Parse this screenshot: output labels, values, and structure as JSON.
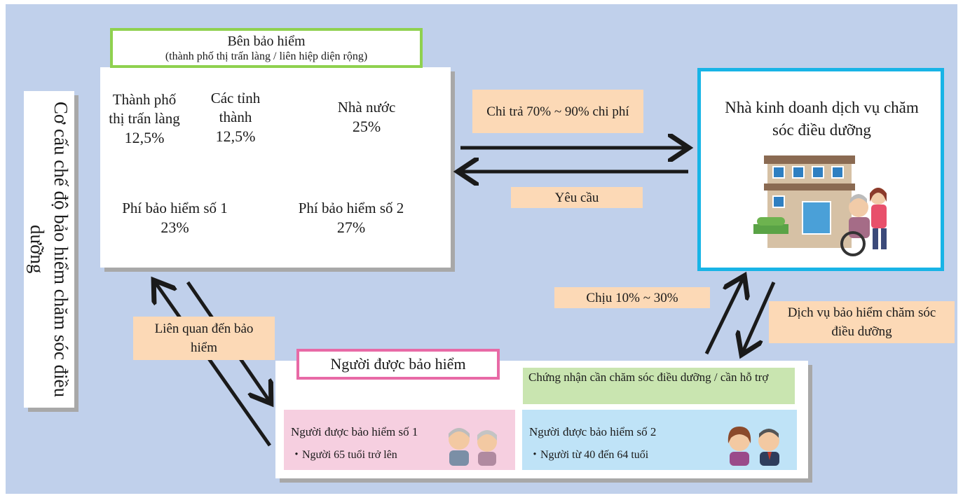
{
  "system_title": "Cơ cấu chế độ bảo hiểm chăm sóc điều dưỡng",
  "insurer": {
    "title": "Bên bảo hiểm",
    "subtitle": "(thành phố thị trấn làng / liên hiệp diện rộng)",
    "cells": [
      {
        "label": "Thành phố thị trấn làng",
        "percent": "12,5%"
      },
      {
        "label": "Các tỉnh thành",
        "percent": "12,5%"
      },
      {
        "label": "Nhà nước",
        "percent": "25%"
      },
      {
        "label": "Phí bảo hiểm số 1",
        "percent": "23%"
      },
      {
        "label": "Phí bảo hiểm số 2",
        "percent": "27%"
      }
    ]
  },
  "provider": {
    "title": "Nhà kinh doanh dịch vụ chăm sóc điều dưỡng",
    "illustration": "care-facility-with-caregiver-and-wheelchair"
  },
  "flows": {
    "payment": "Chi trả 70% ~ 90% chi phí",
    "request": "Yêu cầu",
    "copay": "Chịu 10% ~ 30%",
    "service": "Dịch vụ bảo hiểm chăm sóc điều dưỡng",
    "insurance_relation": "Liên quan đến bảo hiểm"
  },
  "insured": {
    "title": "Người được bảo hiểm",
    "certification": "Chứng nhận cần chăm sóc điều dưỡng / cần hỗ trợ",
    "group1": {
      "name": "Người được bảo hiểm số 1",
      "desc": "・Người 65 tuổi trở lên",
      "icon": "elderly-couple-icon"
    },
    "group2": {
      "name": "Người được bảo hiểm số 2",
      "desc": "・Người từ 40 đến 64 tuổi",
      "icon": "middle-aged-couple-icon"
    }
  },
  "colors": {
    "background": "#c0d0eb",
    "label_fill": "#fcd9b6",
    "insurer_border": "#8fd14f",
    "provider_border": "#18b4e6",
    "insured_border": "#e86aa6",
    "certification_fill": "#c9e5b0",
    "group1_fill": "#f6cfe0",
    "group2_fill": "#bfe3f7"
  }
}
